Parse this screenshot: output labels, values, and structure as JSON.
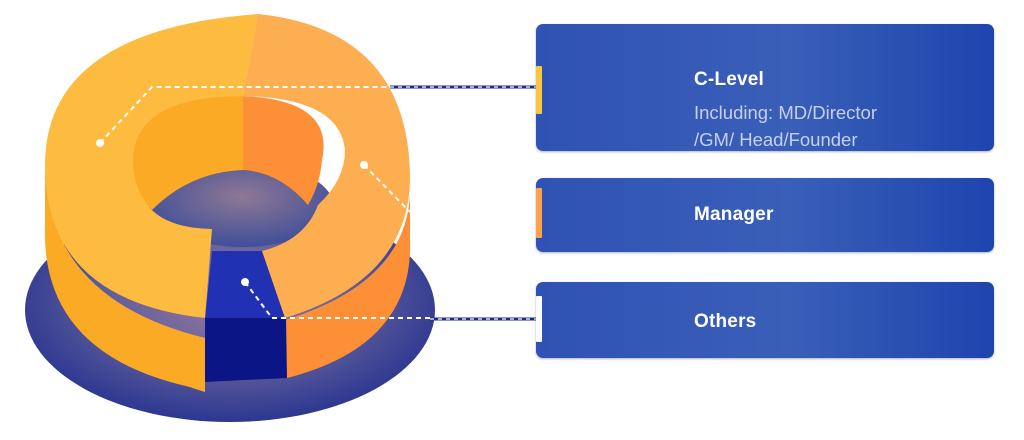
{
  "segments": [
    {
      "key": "clevel",
      "title": "C-Level",
      "subtitle_lines": [
        "Including: MD/Director",
        "/GM/ Head/Founder"
      ],
      "color": "#fdbb3f",
      "side_color": "#fbaa25"
    },
    {
      "key": "manager",
      "title": "Manager",
      "subtitle_lines": [],
      "color": "#fcae50",
      "side_color": "#fd9036"
    },
    {
      "key": "others",
      "title": "Others",
      "subtitle_lines": [],
      "color": "#2032b3",
      "side_color": "#0c1585"
    }
  ],
  "colors": {
    "card_bg": "#3355b6",
    "card_text": "#ffffff",
    "card_subtext": "#c5d0ec",
    "base": "#2a3890",
    "connector": "#1b2a8c",
    "accent_clevel": "#fcc73a",
    "accent_manager": "#fca24a",
    "accent_others": "#ffffff"
  }
}
